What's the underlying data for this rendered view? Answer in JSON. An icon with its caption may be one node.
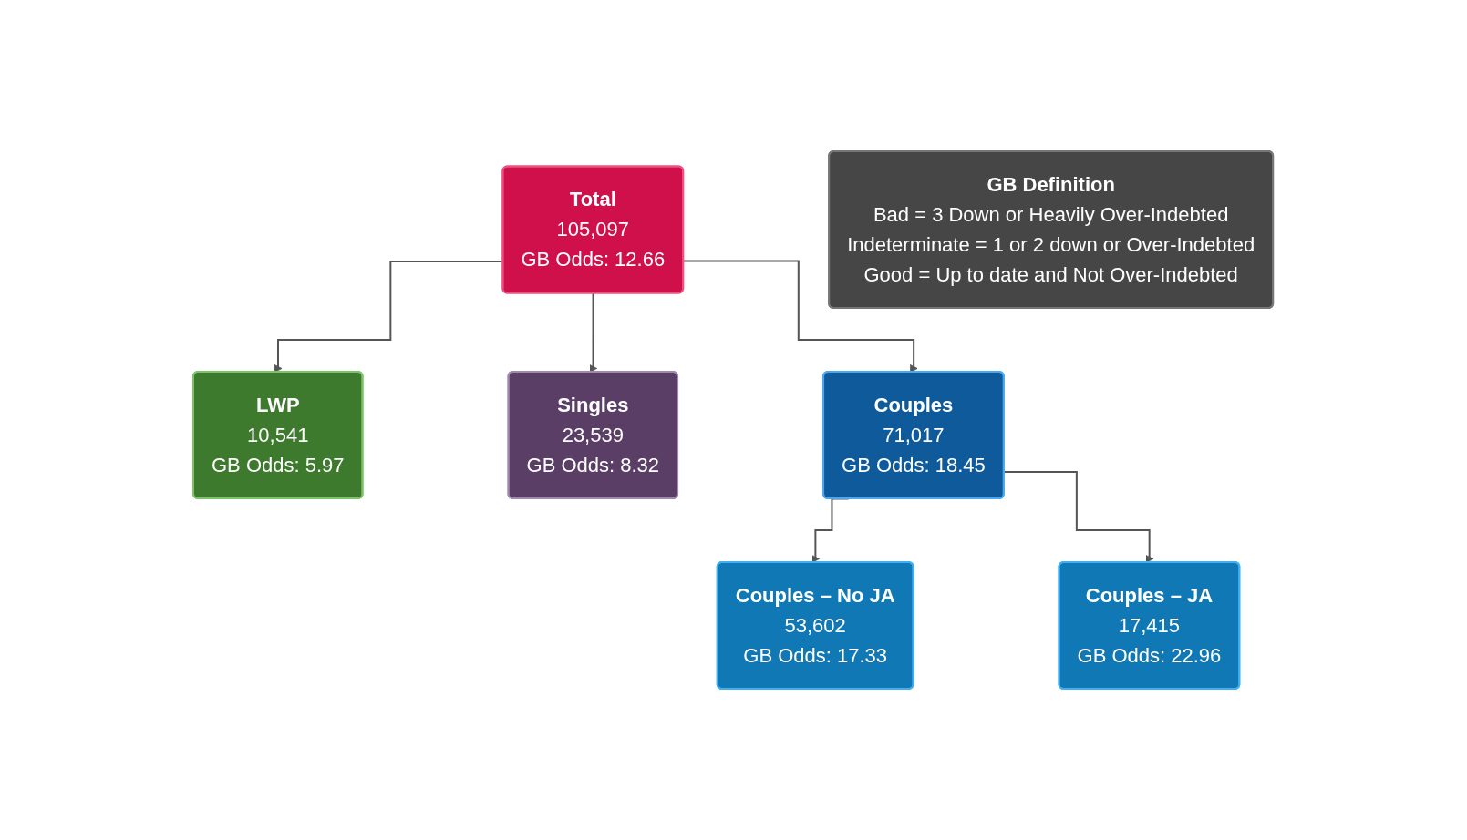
{
  "diagram": {
    "nodes": [
      {
        "text": [
          "Total",
          "105,097",
          "GB Odds: 12.66"
        ]
      },
      {
        "text": [
          "LWP",
          "10,541",
          "GB Odds: 5.97"
        ]
      },
      {
        "text": [
          "Singles",
          "23,539",
          "GB Odds: 8.32"
        ]
      },
      {
        "text": [
          "Couples",
          "71,017",
          "GB Odds: 18.45"
        ]
      },
      {
        "text": [
          "Couples – No JA",
          "53,602",
          "GB Odds: 17.33"
        ]
      },
      {
        "text": [
          "Couples – JA",
          "17,415",
          "GB Odds: 22.96"
        ]
      },
      {
        "text": [
          "GB Definition",
          "Bad = 3 Down or Heavily Over-Indebted",
          "Indeterminate = 1 or 2 down or Over-Indebted",
          "Good = Up to date and Not Over-Indebted"
        ]
      }
    ],
    "edges": [
      {
        "from": 0,
        "to": 1,
        "arrow": "to"
      },
      {
        "from": 0,
        "to": 2,
        "arrow": "to"
      },
      {
        "from": 0,
        "to": 3,
        "arrow": "to"
      },
      {
        "from": 3,
        "to": 4,
        "arrow": "to"
      },
      {
        "from": 3,
        "to": 5,
        "arrow": "to"
      }
    ]
  }
}
